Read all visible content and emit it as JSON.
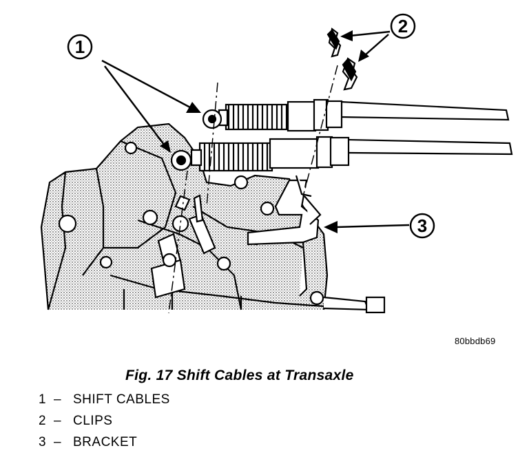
{
  "figure": {
    "caption": "Fig. 17 Shift Cables at Transaxle",
    "image_code": "80bbdb69"
  },
  "callouts": [
    {
      "number": "1"
    },
    {
      "number": "2"
    },
    {
      "number": "3"
    }
  ],
  "legend": [
    {
      "number": "1",
      "separator": "–",
      "label": "SHIFT CABLES"
    },
    {
      "number": "2",
      "separator": "–",
      "label": "CLIPS"
    },
    {
      "number": "3",
      "separator": "–",
      "label": "BRACKET"
    }
  ]
}
